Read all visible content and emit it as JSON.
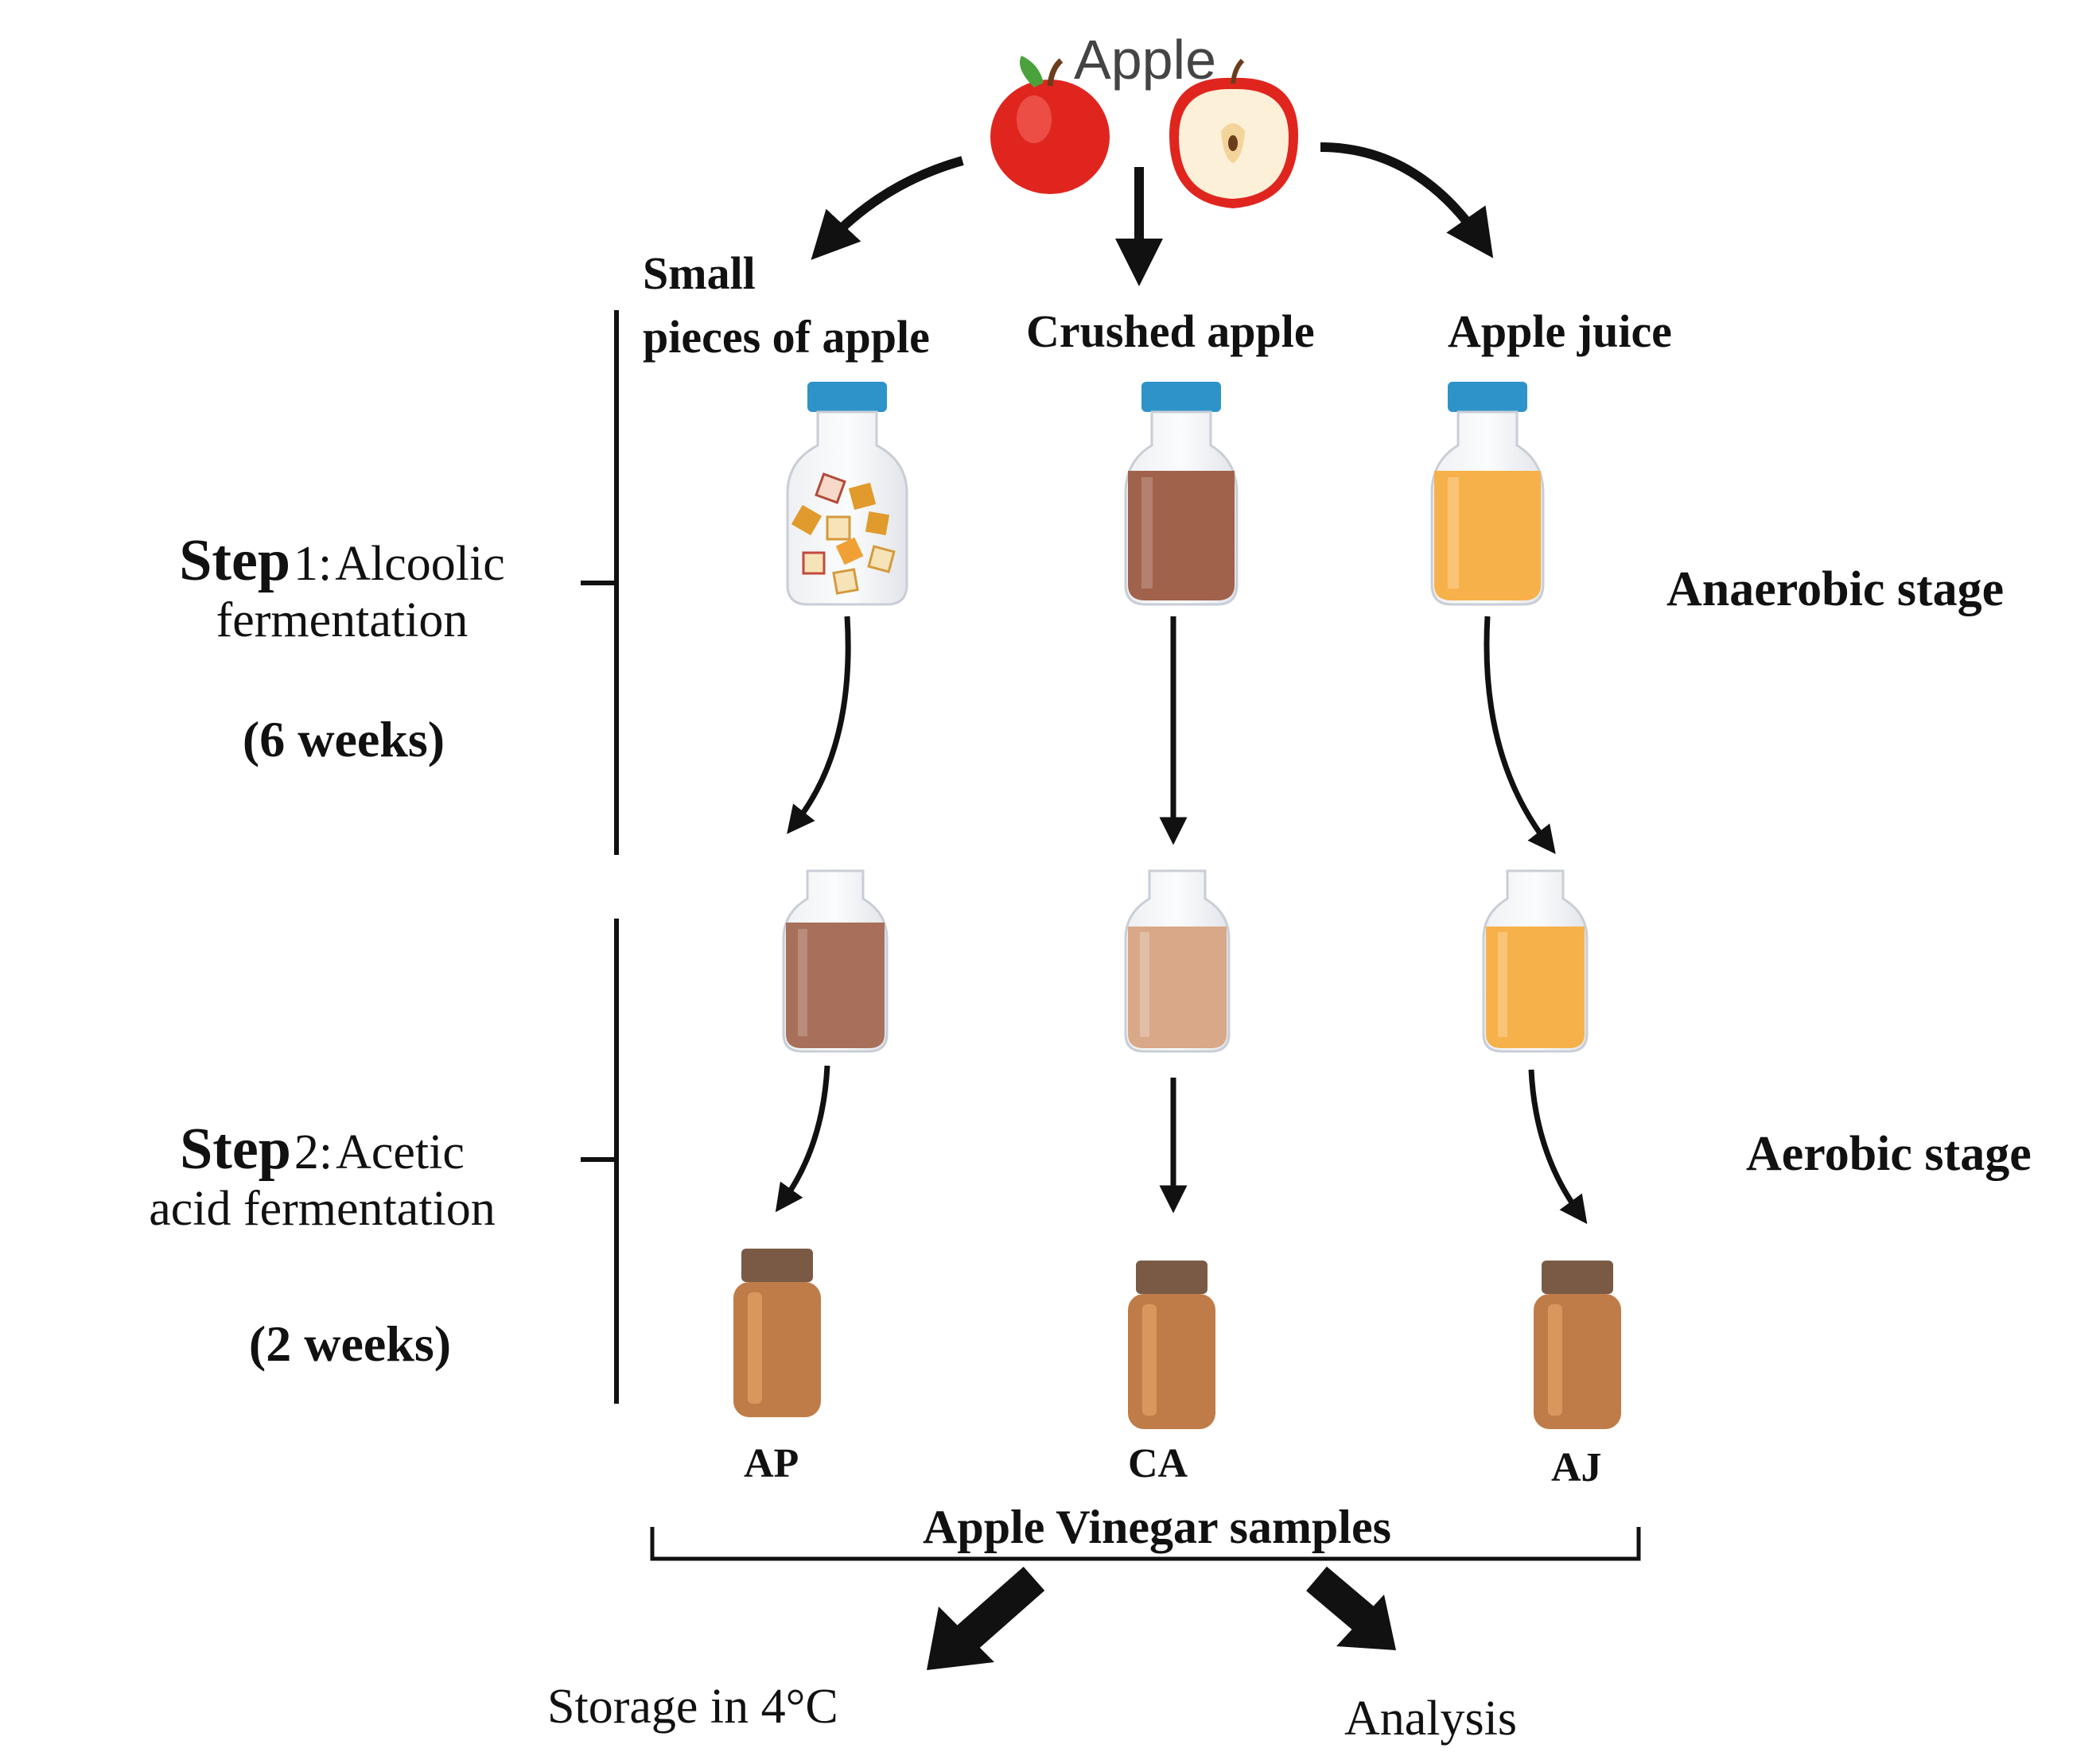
{
  "title": "Apple",
  "columns": [
    {
      "label": "Small\npieces of apple",
      "label_line1": "Small",
      "label_line2": "pieces of apple",
      "code": "AP"
    },
    {
      "label": "Crushed apple",
      "code": "CA"
    },
    {
      "label": "Apple juice",
      "code": "AJ"
    }
  ],
  "steps": [
    {
      "word": "Step",
      "number": "1",
      "sep": ":",
      "name_line1": "Alcoolic",
      "name_line2": "fermentation",
      "duration": "(6 weeks)"
    },
    {
      "word": "Step",
      "number": "2",
      "sep": ":",
      "name_line1": "Acetic",
      "name_line2": "acid fermentation",
      "duration": "(2 weeks)"
    }
  ],
  "stages": {
    "anaerobic": "Anaerobic stage",
    "aerobic": "Aerobic stage"
  },
  "samples_label": "Apple Vinegar samples",
  "outcomes": {
    "storage": "Storage in 4°C",
    "analysis": "Analysis"
  },
  "colors": {
    "apple_red": "#e0251f",
    "lid_blue": "#2e93c9",
    "lid_brown": "#7a5a45",
    "crushed_liquid": "#a0624a",
    "juice_liquid": "#f7b14a",
    "step2_ap_liquid": "#a8705a",
    "step2_ca_liquid": "#d9a888",
    "step2_aj_liquid": "#f7b14a",
    "vinegar_bottle": "#c07c48",
    "arrow": "#111111"
  }
}
